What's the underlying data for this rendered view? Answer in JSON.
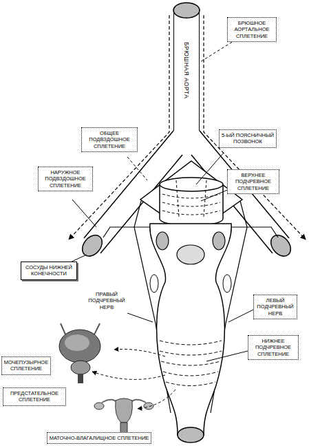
{
  "diagram": {
    "nodes": [
      {
        "text": [
          "БРЮШНАЯ АОРТА"
        ]
      },
      {
        "text": [
          "БРЮШНОЕ АОРТАЛЬНОЕ СПЛЕТЕНИЕ"
        ]
      },
      {
        "text": [
          "ОБЩЕЕ ПОДВЗДОШНОЕ СПЛЕТЕНИЕ"
        ]
      },
      {
        "text": [
          "5-ЫЙ ПОЯСНИЧНЫЙ ПОЗВОНОК"
        ]
      },
      {
        "text": [
          "НАРУЖНОЕ ПОДВЗДОШНОЕ СПЛЕТЕНИЕ"
        ]
      },
      {
        "text": [
          "ВЕРХНЕЕ ПОДЧРЕВНОЕ СПЛЕТЕНИЕ"
        ]
      },
      {
        "text": [
          "СОСУДЫ НИЖНЕЙ КОНЕЧНОСТИ"
        ]
      },
      {
        "text": [
          "ПРАВЫЙ ПОДЧРЕВНЫЙ НЕРВ"
        ]
      },
      {
        "text": [
          "ЛЕВЫЙ ПОДЧРЕВНЫЙ НЕРВ"
        ]
      },
      {
        "text": [
          "НИЖНЕЕ ПОДЧРЕВНОЕ СПЛЕТЕНИЕ"
        ]
      },
      {
        "text": [
          "МОЧЕПУЗЫРНОЕ СПЛЕТЕНИЕ"
        ]
      },
      {
        "text": [
          "ПРЕДСТАТЕЛЬНОЕ СПЛЕТЕНИЕ"
        ]
      },
      {
        "text": [
          "МАТОЧНО-ВЛАГАЛИЩНОЕ СПЛЕТЕНИЕ"
        ]
      }
    ],
    "edges": [
      {
        "from": 1,
        "to": 0,
        "arrow": "none"
      }
    ]
  }
}
